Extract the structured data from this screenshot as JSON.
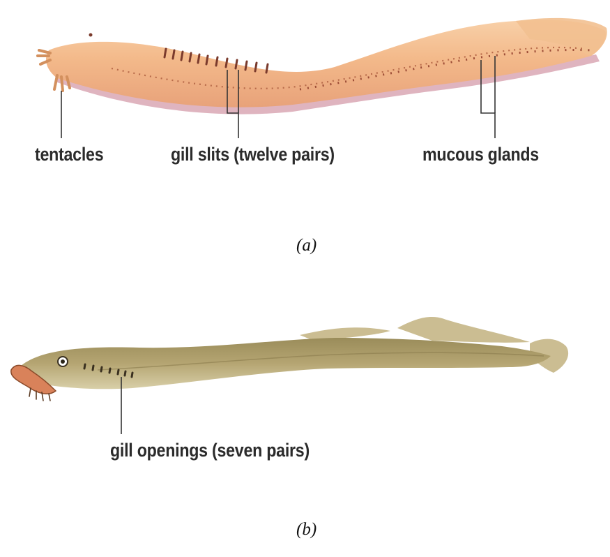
{
  "panel_a": {
    "labels": {
      "tentacles": "tentacles",
      "gill_slits": "gill slits (twelve pairs)",
      "mucous_glands": "mucous glands"
    },
    "caption": "(a)",
    "colors": {
      "body": "#f3b98a",
      "belly": "#d9a7b4",
      "marks": "#7a3a2c"
    }
  },
  "panel_b": {
    "labels": {
      "gill_openings": "gill openings (seven pairs)"
    },
    "caption": "(b)",
    "colors": {
      "body": "#b5a572",
      "fin": "#cbbd92",
      "mouth": "#d9825a"
    }
  }
}
